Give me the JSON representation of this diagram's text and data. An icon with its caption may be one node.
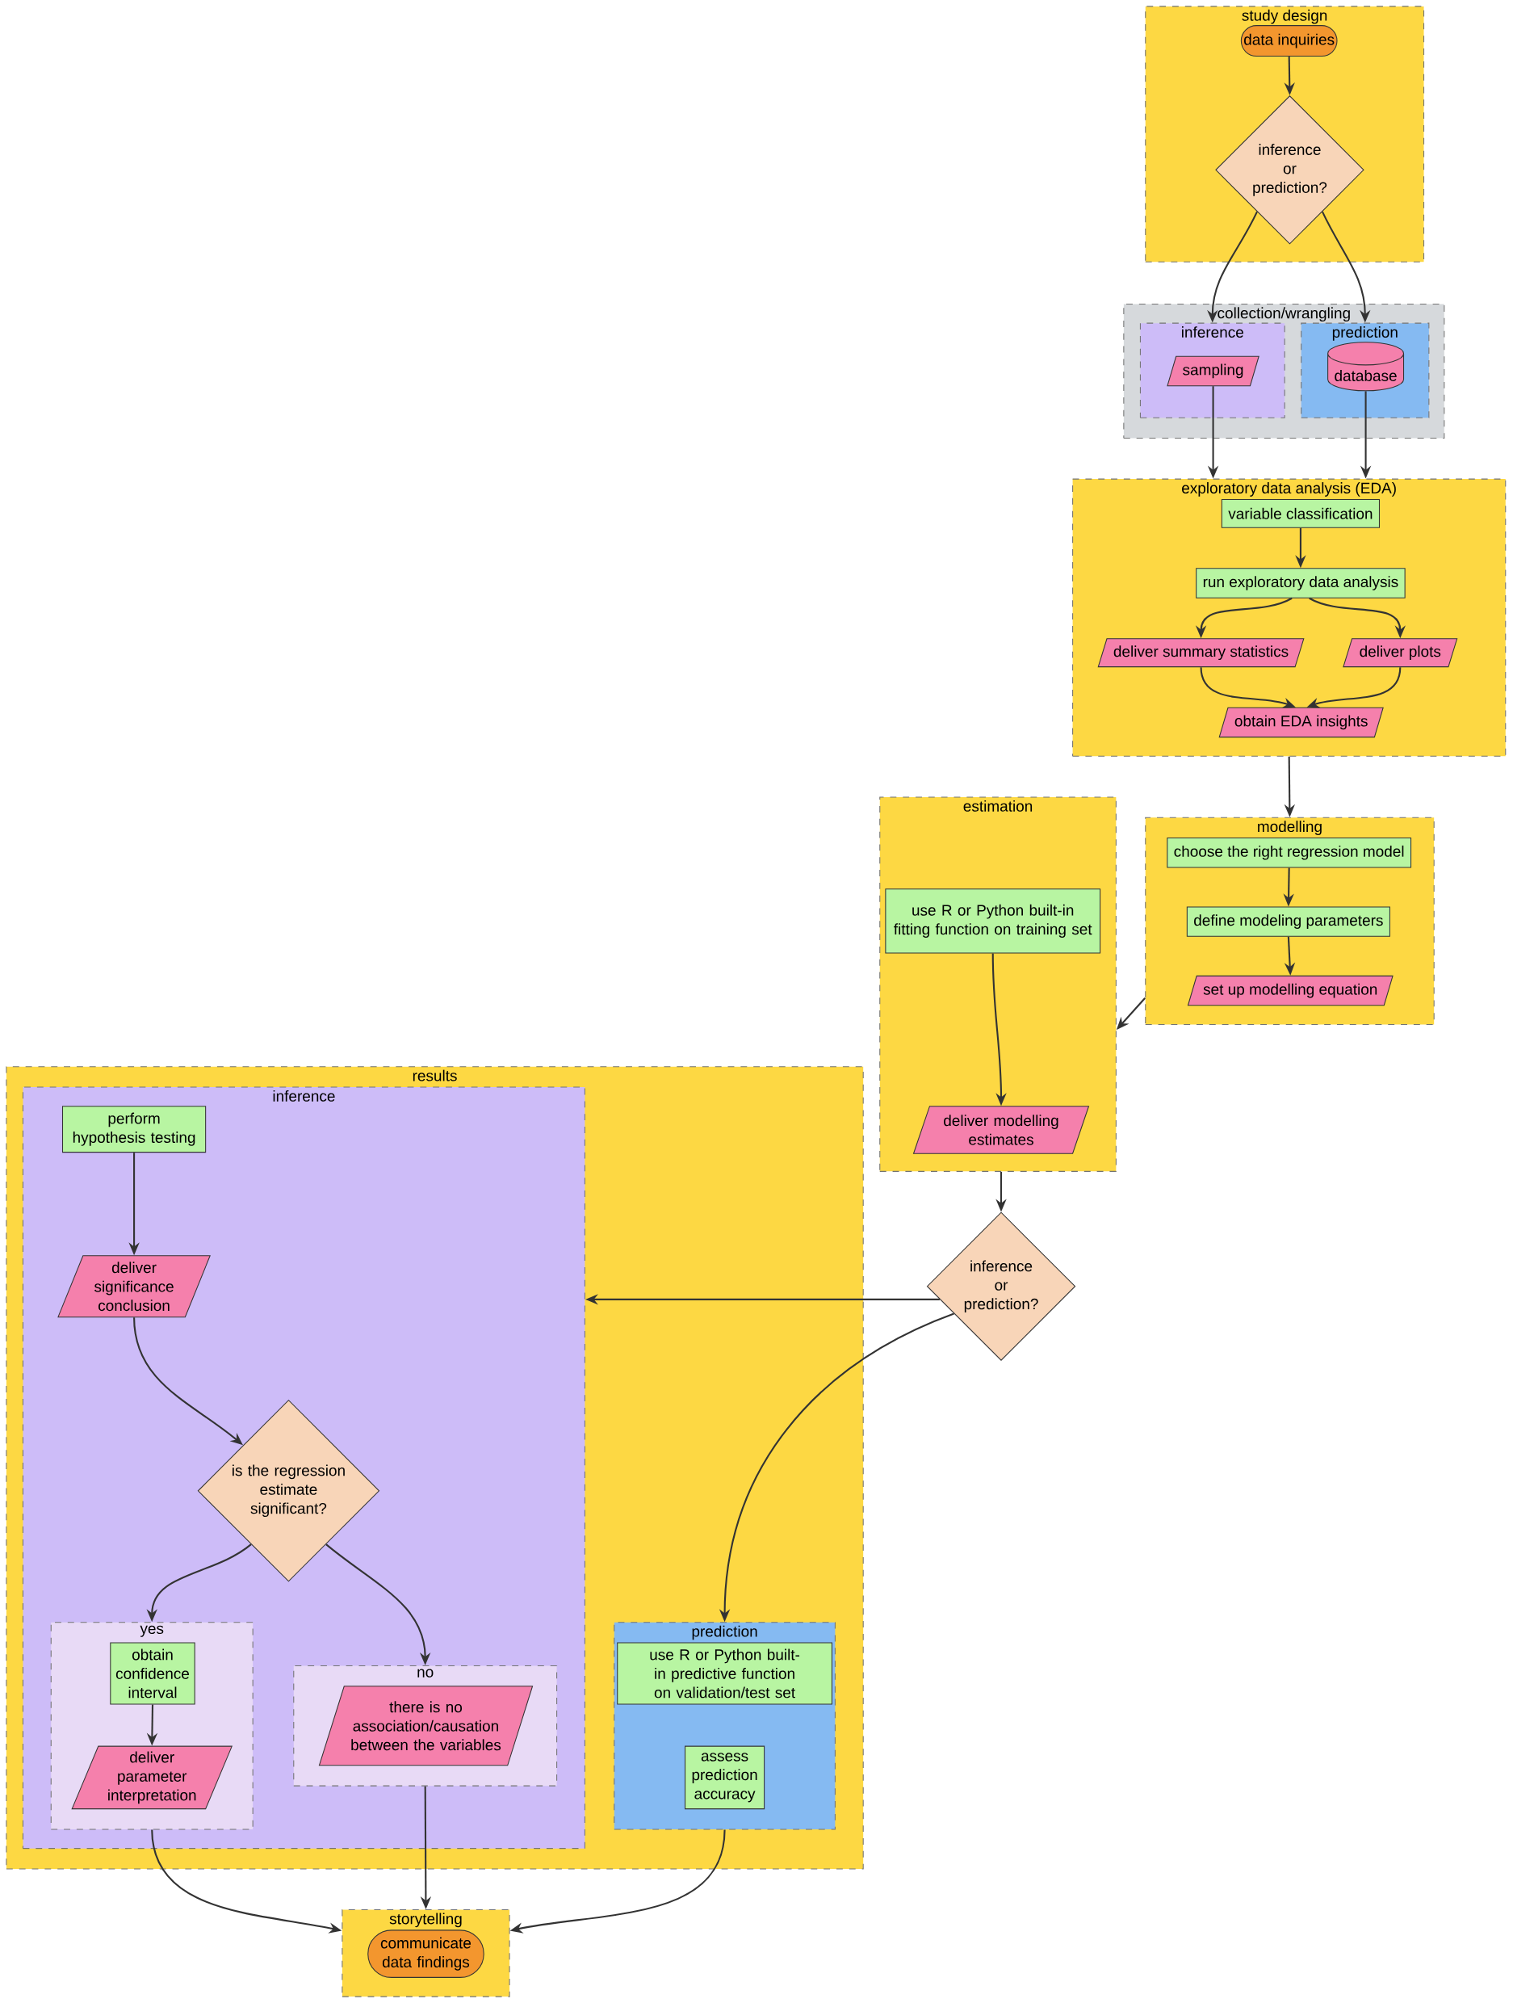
{
  "diagram": {
    "nodes": [
      {
        "text": [
          "study design"
        ]
      },
      {
        "text": [
          "data inquiries"
        ],
        "in": 0
      },
      {
        "text": [
          "inference or prediction?"
        ],
        "in": 0
      },
      {
        "text": [
          "collection/wrangling"
        ]
      },
      {
        "text": [
          "inference"
        ],
        "in": 3
      },
      {
        "text": [
          "sampling"
        ],
        "in": 4
      },
      {
        "text": [
          "prediction"
        ],
        "in": 3
      },
      {
        "text": [
          "database"
        ],
        "in": 6
      },
      {
        "text": [
          "exploratory data analysis (EDA)"
        ]
      },
      {
        "text": [
          "variable classification"
        ],
        "in": 8
      },
      {
        "text": [
          "run exploratory data analysis"
        ],
        "in": 8
      },
      {
        "text": [
          "deliver summary statistics"
        ],
        "in": 8
      },
      {
        "text": [
          "deliver plots"
        ],
        "in": 8
      },
      {
        "text": [
          "obtain EDA insights"
        ],
        "in": 8
      },
      {
        "text": [
          "estimation"
        ]
      },
      {
        "text": [
          "use R or Python built-in fitting function on training set"
        ],
        "in": 14
      },
      {
        "text": [
          "deliver modelling estimates"
        ],
        "in": 14
      },
      {
        "text": [
          "modelling"
        ]
      },
      {
        "text": [
          "choose the right regression model"
        ],
        "in": 17
      },
      {
        "text": [
          "define modeling parameters"
        ],
        "in": 17
      },
      {
        "text": [
          "set up modelling equation"
        ],
        "in": 17
      },
      {
        "text": [
          "inference or prediction?"
        ]
      },
      {
        "text": [
          "results"
        ]
      },
      {
        "text": [
          "inference"
        ],
        "in": 22
      },
      {
        "text": [
          "perform hypothesis testing"
        ],
        "in": 23
      },
      {
        "text": [
          "deliver significance conclusion"
        ],
        "in": 23
      },
      {
        "text": [
          "is the regression estimate significant?"
        ],
        "in": 23
      },
      {
        "text": [
          "yes"
        ],
        "in": 23
      },
      {
        "text": [
          "obtain confidence interval"
        ],
        "in": 27
      },
      {
        "text": [
          "deliver parameter interpretation"
        ],
        "in": 27
      },
      {
        "text": [
          "no"
        ],
        "in": 23
      },
      {
        "text": [
          "there is no association/causation between the variables"
        ],
        "in": 30
      },
      {
        "text": [
          "prediction"
        ],
        "in": 22
      },
      {
        "text": [
          "use R or Python built-in predictive function on validation/test set"
        ],
        "in": 32
      },
      {
        "text": [
          "assess prediction accuracy"
        ],
        "in": 32
      },
      {
        "text": [
          "storytelling"
        ]
      },
      {
        "text": [
          "communicate data findings"
        ],
        "in": 35
      }
    ],
    "edges": [
      {
        "from": 1,
        "to": 2,
        "arrow": "to"
      },
      {
        "from": 2,
        "to": 4,
        "arrow": "to"
      },
      {
        "from": 2,
        "to": 6,
        "arrow": "to"
      },
      {
        "from": 5,
        "to": 8,
        "arrow": "to"
      },
      {
        "from": 7,
        "to": 8,
        "arrow": "to"
      },
      {
        "from": 9,
        "to": 10,
        "arrow": "to"
      },
      {
        "from": 10,
        "to": 11,
        "arrow": "to"
      },
      {
        "from": 10,
        "to": 12,
        "arrow": "to"
      },
      {
        "from": 11,
        "to": 13,
        "arrow": "to"
      },
      {
        "from": 12,
        "to": 13,
        "arrow": "to"
      },
      {
        "from": 8,
        "to": 17,
        "arrow": "to"
      },
      {
        "from": 18,
        "to": 19,
        "arrow": "to"
      },
      {
        "from": 19,
        "to": 20,
        "arrow": "to"
      },
      {
        "from": 17,
        "to": 14,
        "arrow": "to"
      },
      {
        "from": 15,
        "to": 16,
        "arrow": "to"
      },
      {
        "from": 14,
        "to": 21,
        "arrow": "to"
      },
      {
        "from": 21,
        "to": 23,
        "arrow": "to"
      },
      {
        "from": 21,
        "to": 32,
        "arrow": "to"
      },
      {
        "from": 24,
        "to": 25,
        "arrow": "to"
      },
      {
        "from": 25,
        "to": 26,
        "arrow": "to"
      },
      {
        "from": 26,
        "to": 27,
        "arrow": "to"
      },
      {
        "from": 26,
        "to": 30,
        "arrow": "to"
      },
      {
        "from": 28,
        "to": 29,
        "arrow": "to"
      },
      {
        "from": 27,
        "to": 35,
        "arrow": "to"
      },
      {
        "from": 30,
        "to": 35,
        "arrow": "to"
      },
      {
        "from": 32,
        "to": 35,
        "arrow": "to"
      }
    ]
  }
}
